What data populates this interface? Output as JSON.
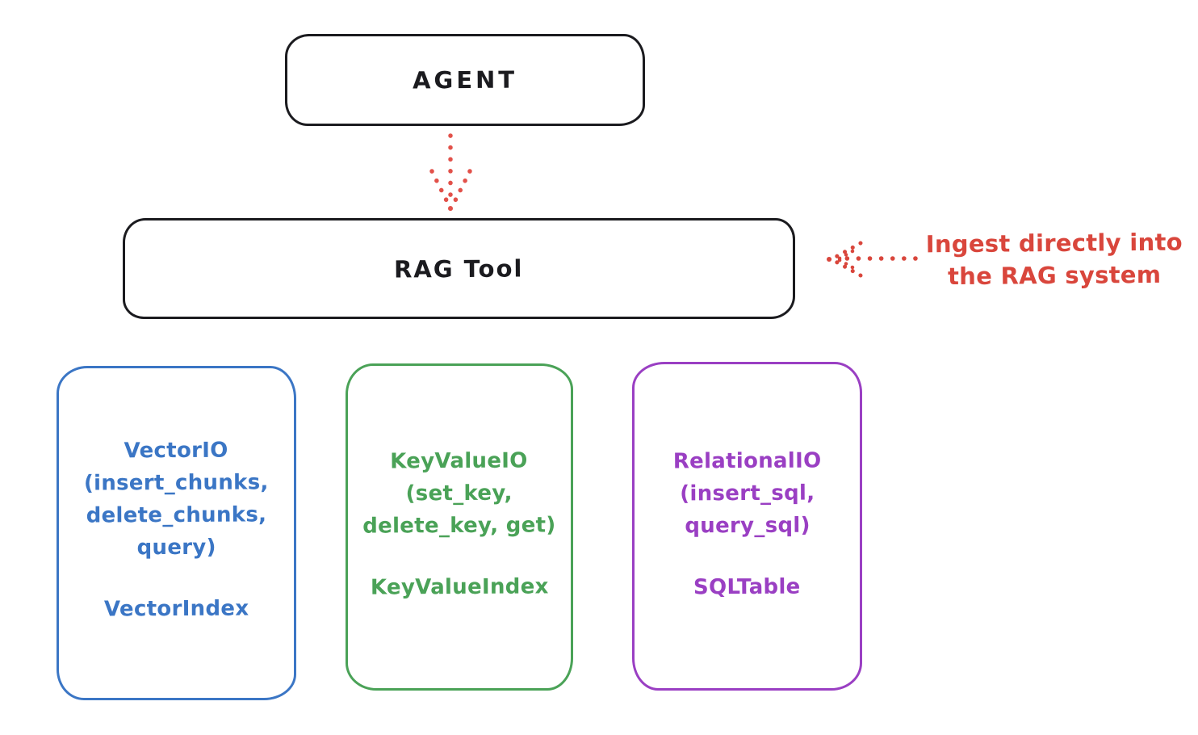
{
  "nodes": {
    "agent": {
      "label": "AGENT"
    },
    "rag_tool": {
      "label": "RAG Tool"
    }
  },
  "annotation": {
    "text": "Ingest directly into\nthe RAG system",
    "color": "#d9463c"
  },
  "arrows": {
    "agent_to_rag": {
      "from": "AGENT",
      "to": "RAG Tool",
      "style": "dotted",
      "color": "#e2514a"
    },
    "annotation_to_rag": {
      "from": "Ingest directly into the RAG system",
      "to": "RAG Tool",
      "style": "dotted",
      "color": "#d9463c"
    }
  },
  "backends": [
    {
      "id": "vector-io",
      "color": "#3b76c5",
      "body": "VectorIO\n(insert_chunks,\ndelete_chunks,\nquery)",
      "index_label": "VectorIndex"
    },
    {
      "id": "keyvalue-io",
      "color": "#4aa257",
      "body": "KeyValueIO\n(set_key,\ndelete_key, get)",
      "index_label": "KeyValueIndex"
    },
    {
      "id": "relational-io",
      "color": "#9a3fc3",
      "body": "RelationalIO\n(insert_sql,\nquery_sql)",
      "index_label": "SQLTable"
    }
  ],
  "ink_color": "#1b1b1f",
  "background_color": "#ffffff"
}
